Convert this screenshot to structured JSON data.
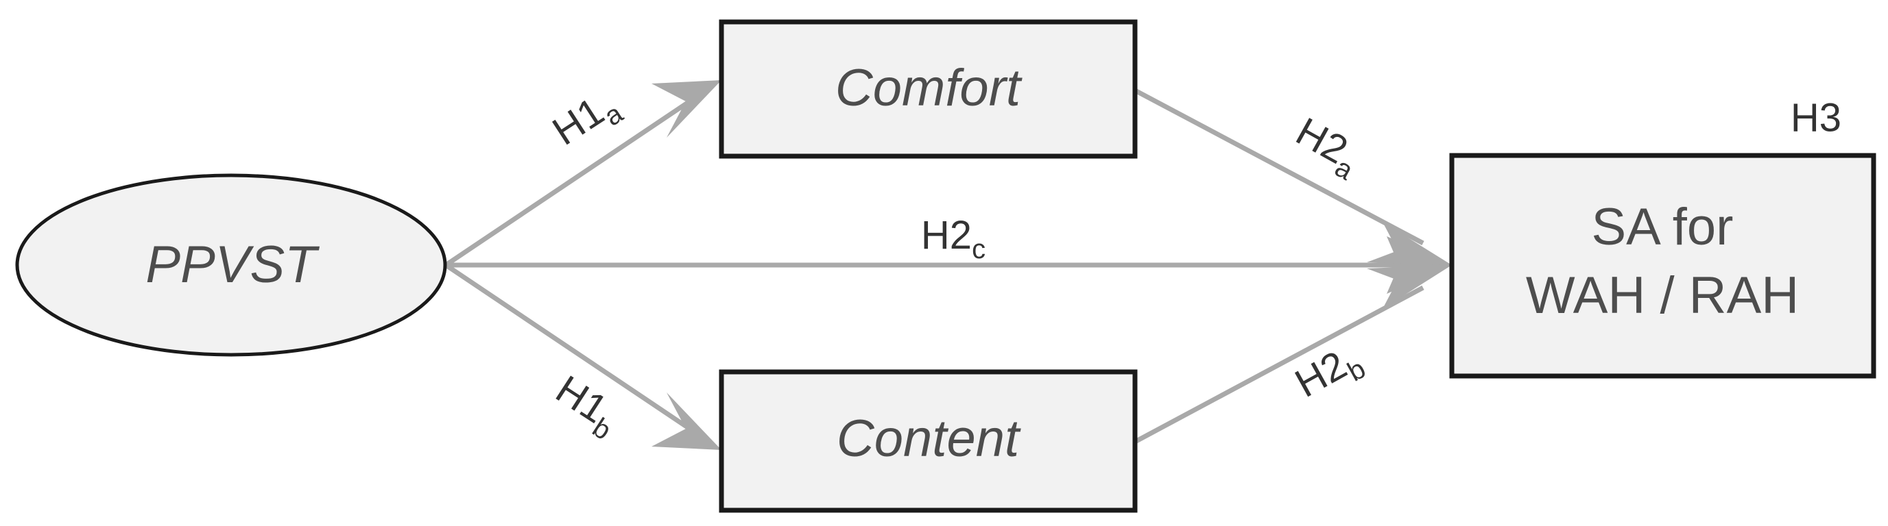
{
  "diagram": {
    "type": "conceptual-research-model",
    "background_color": "#ffffff",
    "node_fill_color": "#f2f2f2",
    "node_stroke_color": "#1a1a1a",
    "edge_color": "#a9a9a9",
    "text_color": "#4d4d4d",
    "label_color": "#333333",
    "nodes": {
      "predictor": {
        "id": "ppvst",
        "shape": "ellipse",
        "label": "PPVST",
        "italic": true
      },
      "mediator_top": {
        "id": "comfort",
        "shape": "rectangle",
        "label": "Comfort",
        "italic": true
      },
      "mediator_bottom": {
        "id": "content",
        "shape": "rectangle",
        "label": "Content",
        "italic": true
      },
      "outcome": {
        "id": "sa-wah-rah",
        "shape": "rectangle",
        "label_line1_italic": "SA",
        "label_line1_roman": " for",
        "label_line2": "WAH / RAH"
      }
    },
    "edges": [
      {
        "id": "h1a",
        "from": "ppvst",
        "to": "comfort",
        "label_main": "H1",
        "label_sub": "a",
        "rotation_deg": -30
      },
      {
        "id": "h1b",
        "from": "ppvst",
        "to": "content",
        "label_main": "H1",
        "label_sub": "b",
        "rotation_deg": 30
      },
      {
        "id": "h2a",
        "from": "comfort",
        "to": "sa-wah-rah",
        "label_main": "H2",
        "label_sub": "a",
        "rotation_deg": 30
      },
      {
        "id": "h2b",
        "from": "content",
        "to": "sa-wah-rah",
        "label_main": "H2",
        "label_sub": "b",
        "rotation_deg": -30
      },
      {
        "id": "h2c",
        "from": "ppvst",
        "to": "sa-wah-rah",
        "label_main": "H2",
        "label_sub": "c",
        "rotation_deg": 0
      }
    ],
    "annotations": [
      {
        "id": "h3",
        "label": "H3",
        "attached_to": "sa-wah-rah"
      }
    ]
  }
}
